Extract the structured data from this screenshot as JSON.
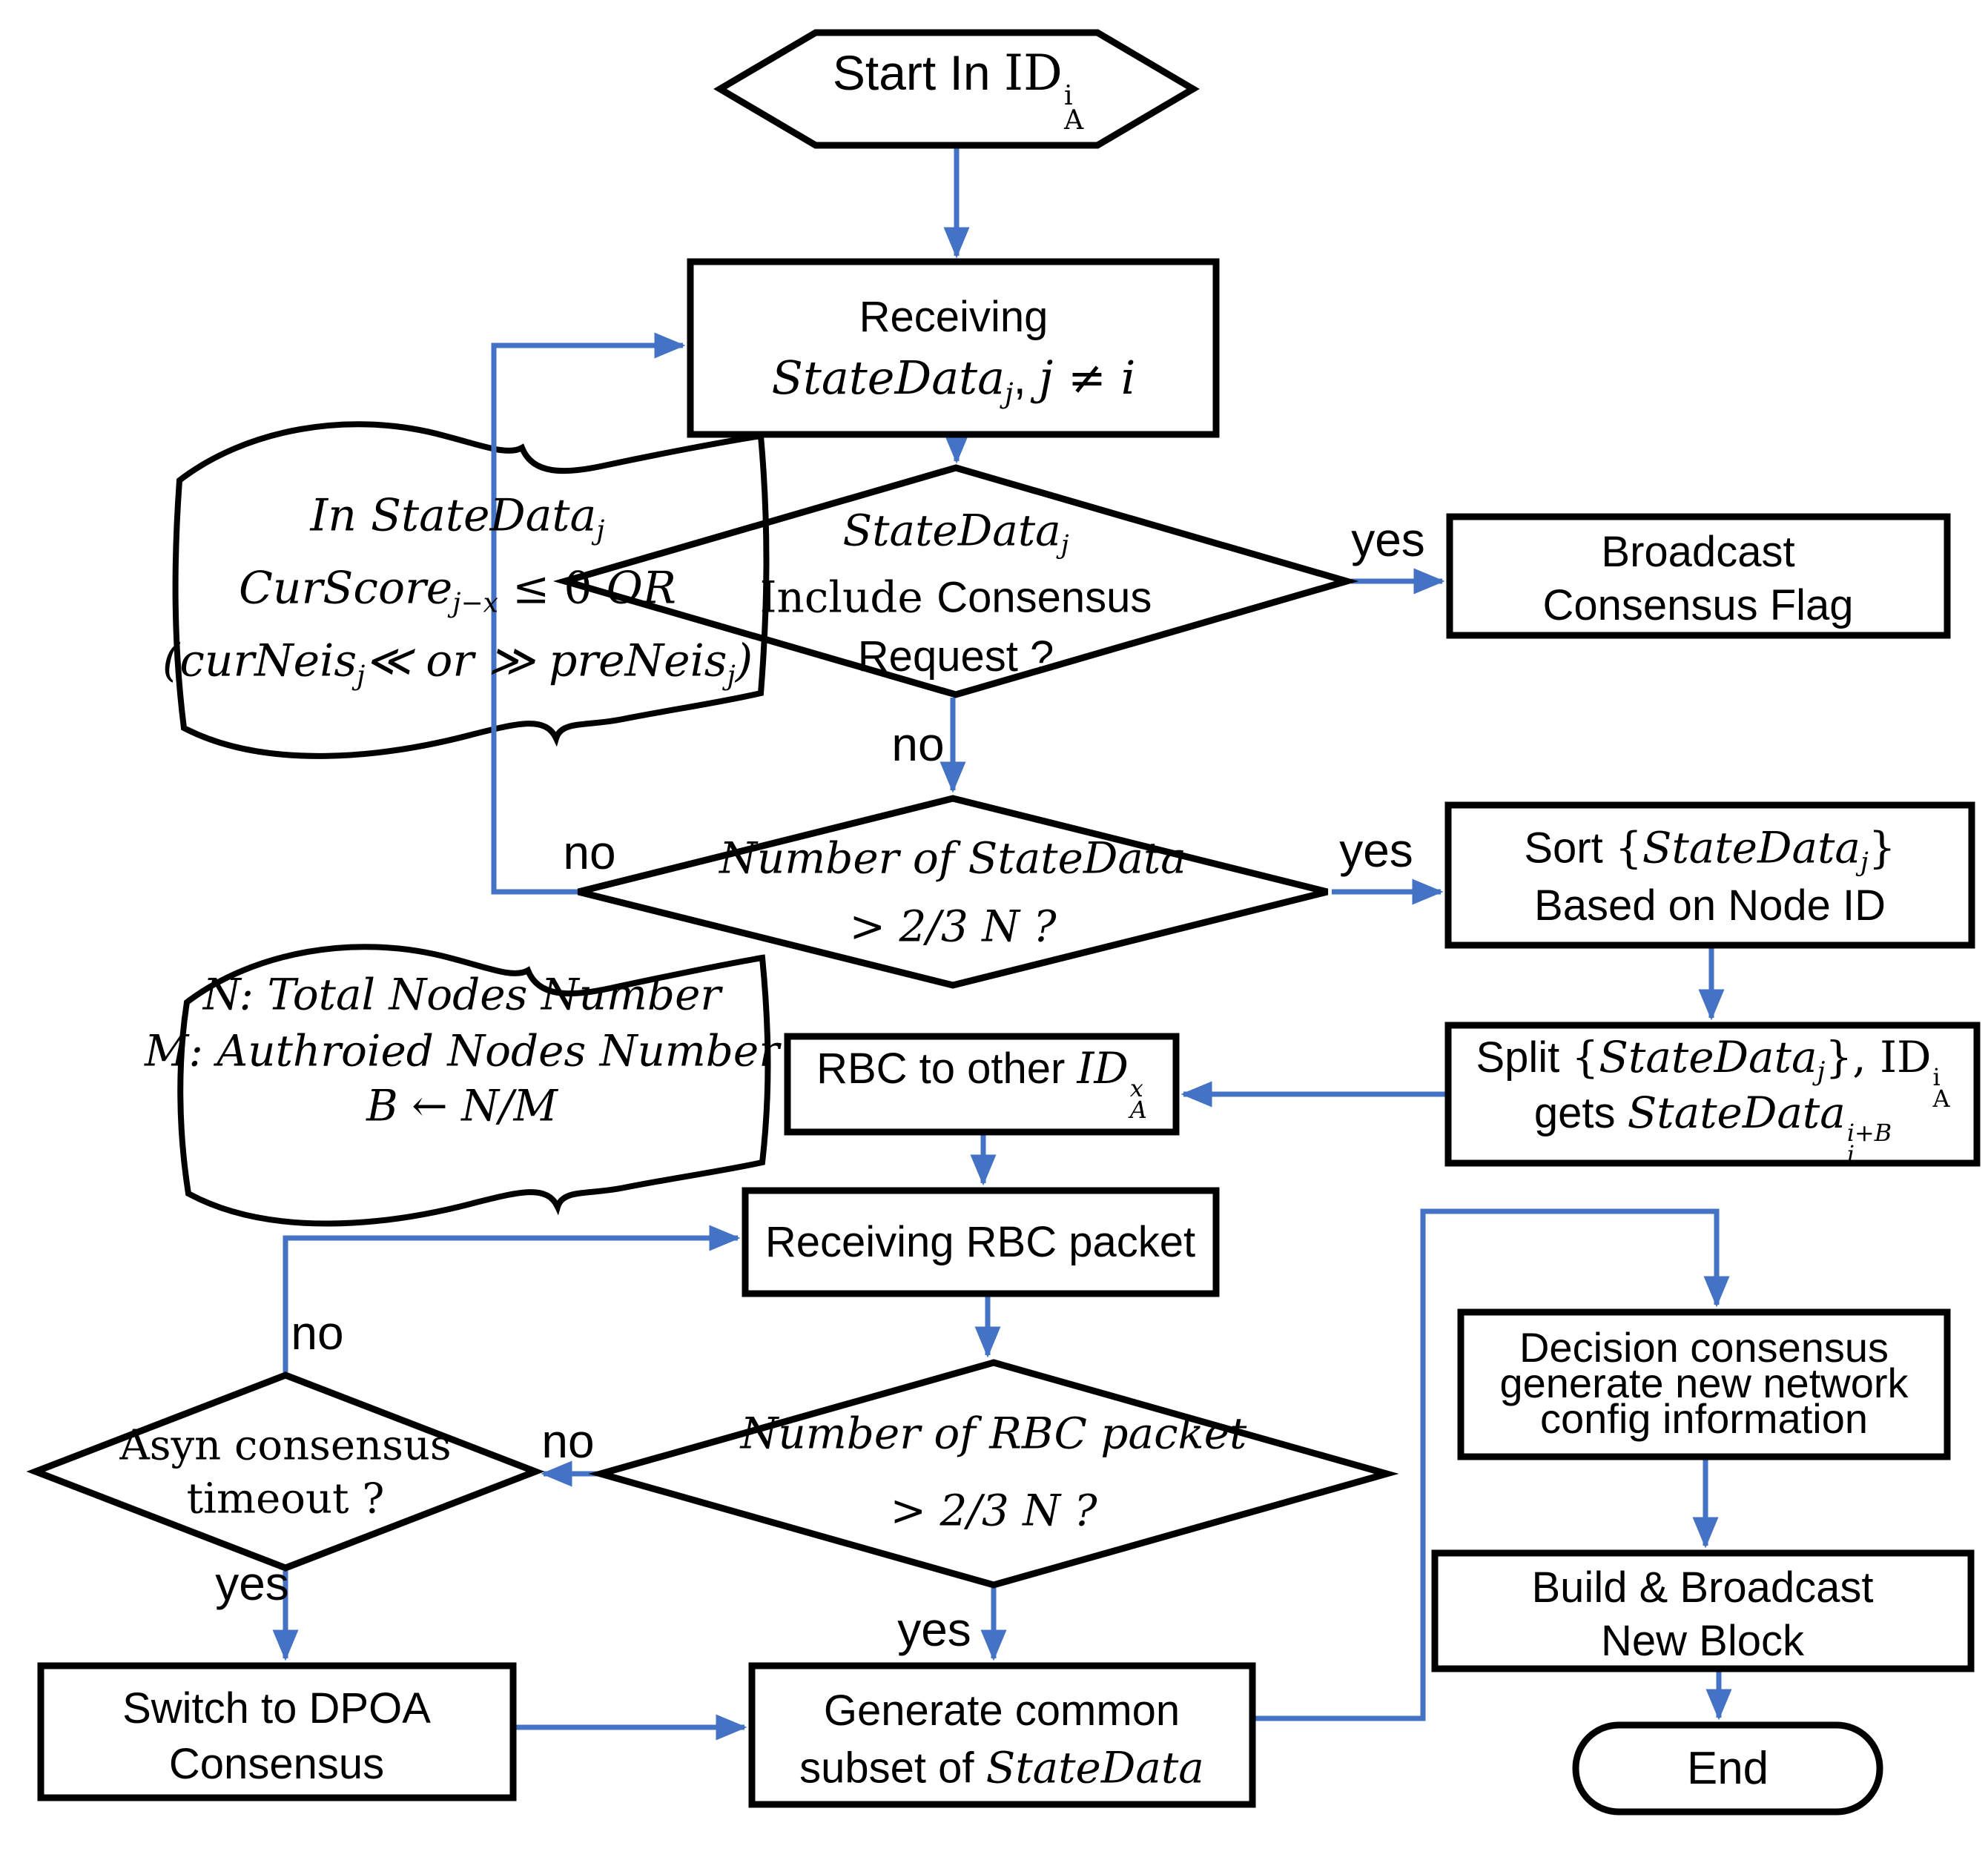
{
  "colors": {
    "connector": "#4472C4",
    "shape_stroke": "#000000",
    "text": "#000000"
  },
  "nodes": {
    "start": {
      "line1": [
        {
          "t": "Start In ",
          "s": ""
        },
        {
          "t": "ID",
          "s": "serif"
        },
        {
          "s": "stack",
          "sup": "i",
          "sub": "A"
        }
      ]
    },
    "receiving": {
      "line1": [
        {
          "t": "Receiving"
        }
      ],
      "line2": [
        {
          "t": "StateData",
          "s": "i"
        },
        {
          "t": "j",
          "s": "isub"
        },
        {
          "t": ",  "
        },
        {
          "t": "j ≠ i",
          "s": "i"
        }
      ]
    },
    "note1": {
      "line1": [
        {
          "t": "In StateData",
          "s": "i"
        },
        {
          "t": "j",
          "s": "isub"
        }
      ],
      "line2": [
        {
          "t": "CurScore",
          "s": "i"
        },
        {
          "t": "j−x",
          "s": "isub"
        },
        {
          "t": " ≤ 0  ",
          "s": "serif"
        },
        {
          "t": "OR",
          "s": "i"
        }
      ],
      "line3": [
        {
          "t": "(curNeis",
          "s": "i"
        },
        {
          "t": "j",
          "s": "isub"
        },
        {
          "t": "≪ or ≫ preNeis",
          "s": "i"
        },
        {
          "t": "j",
          "s": "isub"
        },
        {
          "t": ")",
          "s": "i"
        }
      ]
    },
    "d1": {
      "line1": [
        {
          "t": "StateData",
          "s": "i"
        },
        {
          "t": "j",
          "s": "isub"
        }
      ],
      "line2": [
        {
          "t": "Include ",
          "s": "serif"
        },
        {
          "t": "Consensus"
        }
      ],
      "line3": [
        {
          "t": "Request ?"
        }
      ]
    },
    "broadcast": {
      "line1": [
        {
          "t": "Broadcast"
        }
      ],
      "line2": [
        {
          "t": "Consensus Flag"
        }
      ]
    },
    "d2": {
      "line1": [
        {
          "t": "Number of StateData",
          "s": "i"
        }
      ],
      "line2": [
        {
          "t": "> 2/3 N ?",
          "s": "i"
        }
      ]
    },
    "sort": {
      "line1": [
        {
          "t": "Sort "
        },
        {
          "t": "{",
          "s": "serif"
        },
        {
          "t": "StateData",
          "s": "i"
        },
        {
          "t": "j",
          "s": "isub"
        },
        {
          "t": "}",
          "s": "serif"
        }
      ],
      "line2": [
        {
          "t": "Based on Node ID"
        }
      ]
    },
    "note2": {
      "line1": [
        {
          "t": "N: Total Nodes Number",
          "s": "i"
        }
      ],
      "line2": [
        {
          "t": "M: Authroied Nodes Number",
          "s": "i"
        }
      ],
      "line3": [
        {
          "t": "B ← N/M",
          "s": "i"
        }
      ]
    },
    "split": {
      "line1": [
        {
          "t": "Split "
        },
        {
          "t": "{",
          "s": "serif"
        },
        {
          "t": "StateData",
          "s": "i"
        },
        {
          "t": "j",
          "s": "isub"
        },
        {
          "t": "}, ",
          "s": "serif"
        },
        {
          "t": "ID",
          "s": "serif"
        },
        {
          "s": "stack",
          "sup": "i",
          "sub": "A"
        }
      ],
      "line2": [
        {
          "t": "gets "
        },
        {
          "t": "StateData",
          "s": "i"
        },
        {
          "s": "istack",
          "sup": "i+B",
          "sub": "i"
        }
      ]
    },
    "rbc": {
      "line1": [
        {
          "t": "RBC to other "
        },
        {
          "t": "ID",
          "s": "i"
        },
        {
          "s": "istack",
          "sup": "x",
          "sub": "A"
        }
      ]
    },
    "recv_rbc": {
      "line1": [
        {
          "t": "Receiving RBC packet"
        }
      ]
    },
    "d3": {
      "line1": [
        {
          "t": "Number of RBC packet",
          "s": "i"
        }
      ],
      "line2": [
        {
          "t": "> 2/3 N ?",
          "s": "i"
        }
      ]
    },
    "asyn": {
      "line1": [
        {
          "t": "Asyn consensus",
          "s": "serif"
        }
      ],
      "line2": [
        {
          "t": "timeout ?",
          "s": "serif"
        }
      ]
    },
    "switch": {
      "line1": [
        {
          "t": "Switch to DPOA"
        }
      ],
      "line2": [
        {
          "t": "Consensus"
        }
      ]
    },
    "generate": {
      "line1": [
        {
          "t": "Generate common"
        }
      ],
      "line2": [
        {
          "t": "subset of "
        },
        {
          "t": "StateData",
          "s": "i"
        }
      ]
    },
    "decision": {
      "line1": [
        {
          "t": "Decision consensus"
        }
      ],
      "line2": [
        {
          "t": "generate new network"
        }
      ],
      "line3": [
        {
          "t": "config information"
        }
      ]
    },
    "build": {
      "line1": [
        {
          "t": "Build & Broadcast"
        }
      ],
      "line2": [
        {
          "t": "New Block"
        }
      ]
    },
    "end": {
      "line1": [
        {
          "t": "End"
        }
      ]
    }
  },
  "edge_labels": {
    "d1_yes": "yes",
    "d1_no": "no",
    "d2_yes": "yes",
    "d2_no": "no",
    "d3_yes": "yes",
    "d3_no": "no",
    "asyn_yes": "yes",
    "asyn_no": "no"
  }
}
